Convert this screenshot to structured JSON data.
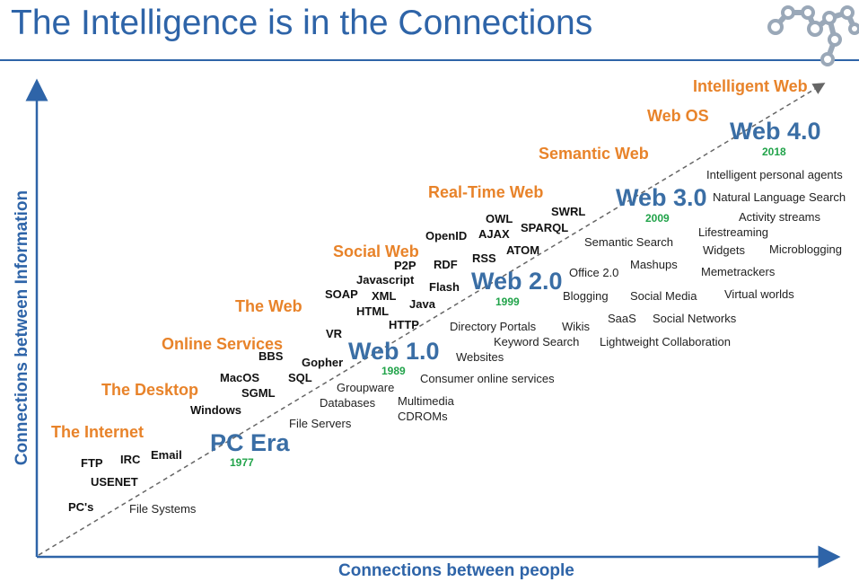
{
  "title": "The Intelligence is in the Connections",
  "axes": {
    "y_label": "Connections between Information",
    "x_label": "Connections between people"
  },
  "eras": [
    {
      "label": "Intelligent Web"
    },
    {
      "label": "Web OS"
    },
    {
      "label": "Semantic Web"
    },
    {
      "label": "Real-Time Web"
    },
    {
      "label": "Social Web"
    },
    {
      "label": "The Web"
    },
    {
      "label": "Online Services"
    },
    {
      "label": "The Desktop"
    },
    {
      "label": "The Internet"
    }
  ],
  "webs": [
    {
      "label": "Web 4.0",
      "year": "2018"
    },
    {
      "label": "Web 3.0",
      "year": "2009"
    },
    {
      "label": "Web 2.0",
      "year": "1999"
    },
    {
      "label": "Web 1.0",
      "year": "1989"
    },
    {
      "label": "PC Era",
      "year": "1977"
    }
  ],
  "technologies": [
    "SWRL",
    "OWL",
    "SPARQL",
    "OpenID",
    "AJAX",
    "ATOM",
    "RSS",
    "P2P",
    "RDF",
    "Javascript",
    "Flash",
    "SOAP",
    "XML",
    "Java",
    "HTML",
    "HTTP",
    "VR",
    "BBS",
    "Gopher",
    "MacOS",
    "SQL",
    "SGML",
    "Windows",
    "FTP",
    "IRC",
    "Email",
    "USENET",
    "PC's"
  ],
  "applications": [
    "Intelligent personal agents",
    "Natural Language Search",
    "Activity streams",
    "Lifestreaming",
    "Widgets",
    "Microblogging",
    "Semantic Search",
    "Mashups",
    "Memetrackers",
    "Office 2.0",
    "Blogging",
    "Social Media",
    "Virtual worlds",
    "Directory Portals",
    "Wikis",
    "SaaS",
    "Social Networks",
    "Keyword Search",
    "Lightweight Collaboration",
    "Websites",
    "Consumer online services",
    "Groupware",
    "Databases",
    "Multimedia",
    "CDROMs",
    "File Servers",
    "File Systems"
  ],
  "colors": {
    "title_blue": "#2e64a8",
    "era_orange": "#e8832a",
    "web_blue": "#3a6ea5",
    "year_green": "#21a34a"
  }
}
